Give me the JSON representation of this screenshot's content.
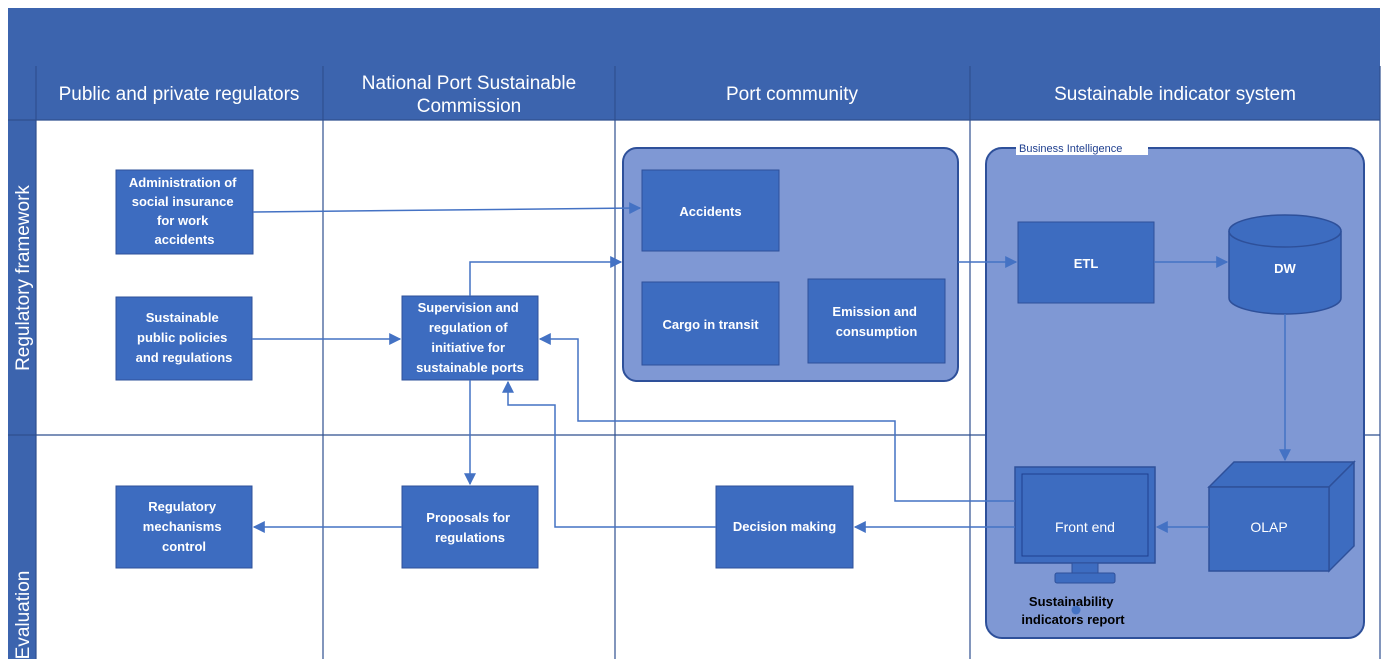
{
  "headers": {
    "col1": "Public and private regulators",
    "col2_line1": "National Port Sustainable",
    "col2_line2": "Commission",
    "col3": "Port community",
    "col4": "Sustainable indicator system"
  },
  "lanes": {
    "row1": "Regulatory framework",
    "row2": "Evaluation"
  },
  "groups": {
    "business_intelligence": "Business Intelligence"
  },
  "nodes": {
    "admin": [
      "Administration of",
      "social insurance",
      "for work",
      "accidents"
    ],
    "policies": [
      "Sustainable",
      "public policies",
      "and regulations"
    ],
    "supervision": [
      "Supervision and",
      "regulation of",
      "initiative for",
      "sustainable ports"
    ],
    "accidents": [
      "Accidents"
    ],
    "cargo": [
      "Cargo in transit"
    ],
    "emission": [
      "Emission and",
      "consumption"
    ],
    "etl": [
      "ETL"
    ],
    "dw": [
      "DW"
    ],
    "control": [
      "Regulatory",
      "mechanisms",
      "control"
    ],
    "proposals": [
      "Proposals for",
      "regulations"
    ],
    "decision": [
      "Decision making"
    ],
    "frontend": [
      "Front end"
    ],
    "olap": [
      "OLAP"
    ],
    "report": [
      "Sustainability",
      "indicators report"
    ]
  },
  "colors": {
    "header": "#3c64ae",
    "box": "#3d6cc0",
    "box_border": "#2e509a",
    "group": "#7f98d4",
    "group_border": "#2e509a",
    "line": "#4472c4",
    "grid": "#2f4f8f"
  }
}
